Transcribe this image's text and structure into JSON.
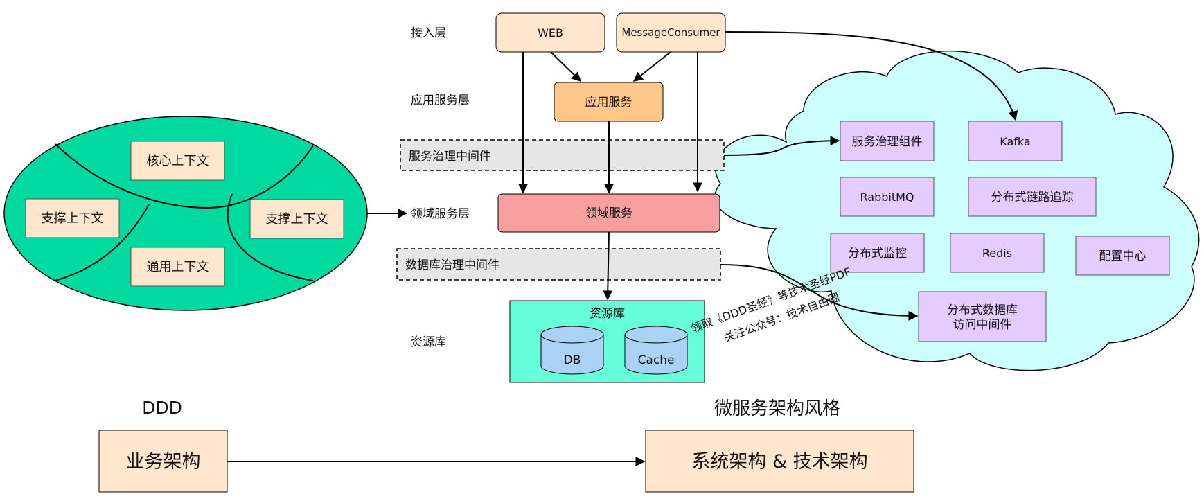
{
  "layers": {
    "access": "接入层",
    "app_service": "应用服务层",
    "domain_service": "领域服务层",
    "resource": "资源库"
  },
  "access_boxes": {
    "web": "WEB",
    "consumer": "MessageConsumer"
  },
  "app_service_box": "应用服务",
  "service_gov_middleware": "服务治理中间件",
  "domain_service_box": "领域服务",
  "db_gov_middleware": "数据库治理中间件",
  "resource_repo": {
    "title": "资源库",
    "db": "DB",
    "cache": "Cache"
  },
  "contexts": {
    "core": "核心上下文",
    "support_left": "支撑上下文",
    "support_right": "支撑上下文",
    "generic": "通用上下文"
  },
  "cloud_components": {
    "service_gov": "服务治理组件",
    "kafka": "Kafka",
    "rabbitmq": "RabbitMQ",
    "tracing": "分布式链路追踪",
    "monitoring": "分布式监控",
    "redis": "Redis",
    "config_center": "配置中心",
    "db_access_line1": "分布式数据库",
    "db_access_line2": "访问中间件"
  },
  "watermark": {
    "line1": "领取《DDD圣经》等技术圣经PDF",
    "line2": "关注公众号：技术自由圈"
  },
  "bottom": {
    "ddd_label": "DDD",
    "microservice_label": "微服务架构风格",
    "business_arch": "业务架构",
    "system_arch": "系统架构 & 技术架构"
  },
  "colors": {
    "access_fill": "#ffe6cc",
    "app_service_fill": "#ffc78a",
    "domain_fill": "#f8a0a0",
    "middleware_fill": "#e6e6e6",
    "resource_fill": "#66ffd9",
    "cylinder_fill": "#a9d2f5",
    "ellipse_fill": "#00d9a0",
    "cloud_fill": "#ccfffc",
    "component_fill": "#e5ccff",
    "bottom_box_fill": "#ffe6cc"
  }
}
